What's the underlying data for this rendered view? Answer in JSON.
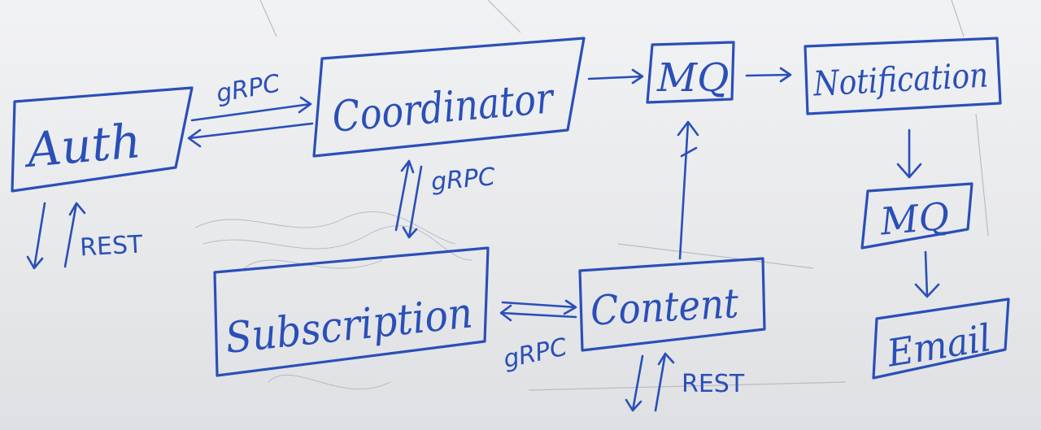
{
  "nodes": {
    "auth": "Auth",
    "coordinator": "Coordinator",
    "mq_top": "MQ",
    "notification": "Notification",
    "mq_right": "MQ",
    "email": "Email",
    "subscription": "Subscription",
    "content": "Content"
  },
  "edges": {
    "auth_coordinator": "gRPC",
    "coordinator_subscription": "gRPC",
    "subscription_content": "gRPC",
    "auth_external": "REST",
    "content_external": "REST"
  },
  "colors": {
    "ink": "#2a4fb8",
    "paper": "#ececee"
  }
}
